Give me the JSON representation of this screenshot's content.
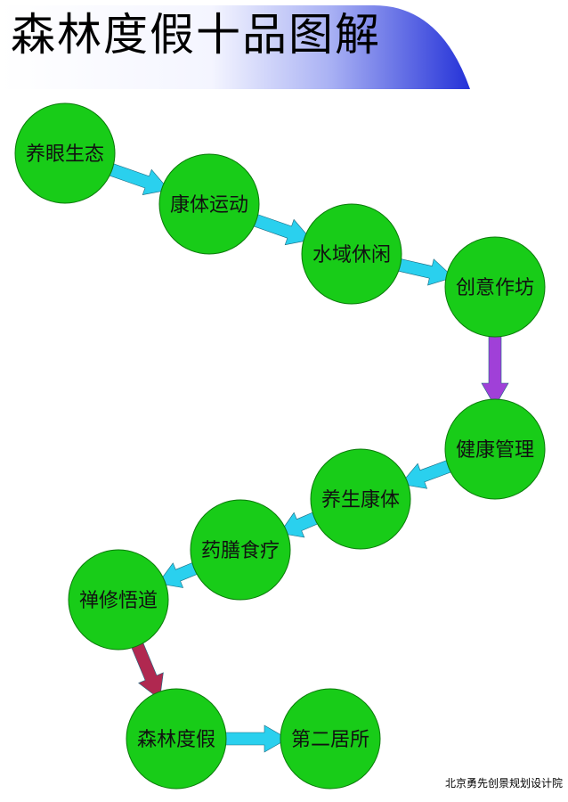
{
  "header": {
    "title": "森林度假十品图解"
  },
  "colors": {
    "banner_start": "#ffffff",
    "banner_end": "#2432d8",
    "node_fill": "#18cc18",
    "arrow_main": "#2ad0ee",
    "arrow_purple": "#a040d8",
    "arrow_crimson": "#b02850"
  },
  "flow": {
    "nodes": [
      {
        "id": "n1",
        "label": "养眼生态"
      },
      {
        "id": "n2",
        "label": "康体运动"
      },
      {
        "id": "n3",
        "label": "水域休闲"
      },
      {
        "id": "n4",
        "label": "创意作坊"
      },
      {
        "id": "n5",
        "label": "健康管理"
      },
      {
        "id": "n6",
        "label": "养生康体"
      },
      {
        "id": "n7",
        "label": "药膳食疗"
      },
      {
        "id": "n8",
        "label": "禅修悟道"
      },
      {
        "id": "n9",
        "label": "森林度假"
      },
      {
        "id": "n10",
        "label": "第二居所"
      }
    ],
    "edges": [
      {
        "from": "n1",
        "to": "n2",
        "color": "arrow_main"
      },
      {
        "from": "n2",
        "to": "n3",
        "color": "arrow_main"
      },
      {
        "from": "n3",
        "to": "n4",
        "color": "arrow_main"
      },
      {
        "from": "n4",
        "to": "n5",
        "color": "arrow_purple"
      },
      {
        "from": "n5",
        "to": "n6",
        "color": "arrow_main"
      },
      {
        "from": "n6",
        "to": "n7",
        "color": "arrow_main"
      },
      {
        "from": "n7",
        "to": "n8",
        "color": "arrow_main"
      },
      {
        "from": "n8",
        "to": "n9",
        "color": "arrow_crimson"
      },
      {
        "from": "n9",
        "to": "n10",
        "color": "arrow_main"
      }
    ]
  },
  "footer": {
    "text": "北京勇先创景规划设计院"
  }
}
